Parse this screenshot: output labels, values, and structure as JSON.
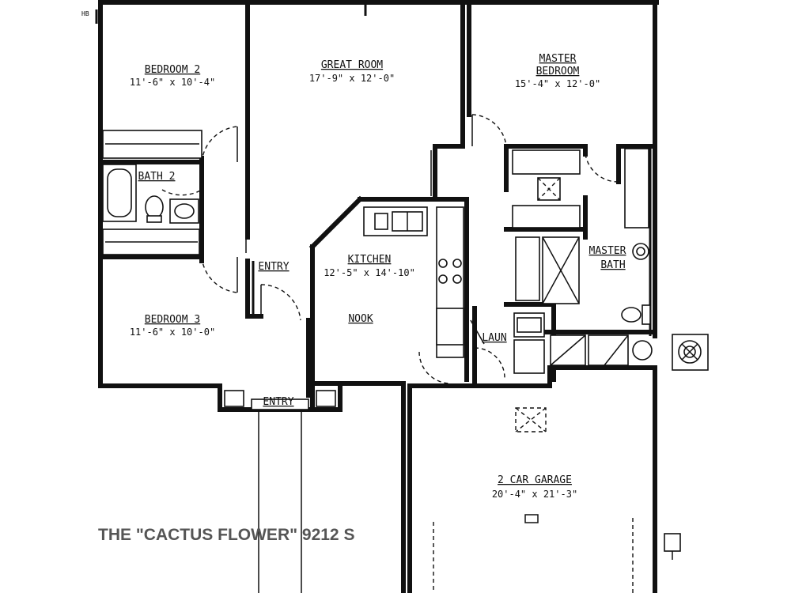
{
  "plan": {
    "title": "THE \"CACTUS FLOWER\"  9212 S",
    "corner_label": "HB",
    "rooms": {
      "bedroom2": {
        "name": "BEDROOM 2",
        "dims": "11'-6\" x 10'-4\""
      },
      "great": {
        "name": "GREAT ROOM",
        "dims": "17'-9\" x 12'-0\""
      },
      "master": {
        "name1": "MASTER",
        "name2": "BEDROOM",
        "dims": "15'-4\" x 12'-0\""
      },
      "bath2": {
        "name": "BATH 2"
      },
      "entry": {
        "name": "ENTRY"
      },
      "kitchen": {
        "name": "KITCHEN",
        "dims": "12'-5\" x 14'-10\""
      },
      "nook": {
        "name": "NOOK"
      },
      "masterbath": {
        "name1": "MASTER",
        "name2": "BATH"
      },
      "bedroom3": {
        "name": "BEDROOM 3",
        "dims": "11'-6\" x 10'-0\""
      },
      "laun": {
        "name": "LAUN"
      },
      "garage": {
        "name": "2 CAR GARAGE",
        "dims": "20'-4\" x 21'-3\""
      },
      "entry_walk": {
        "name": "ENTRY"
      }
    }
  }
}
